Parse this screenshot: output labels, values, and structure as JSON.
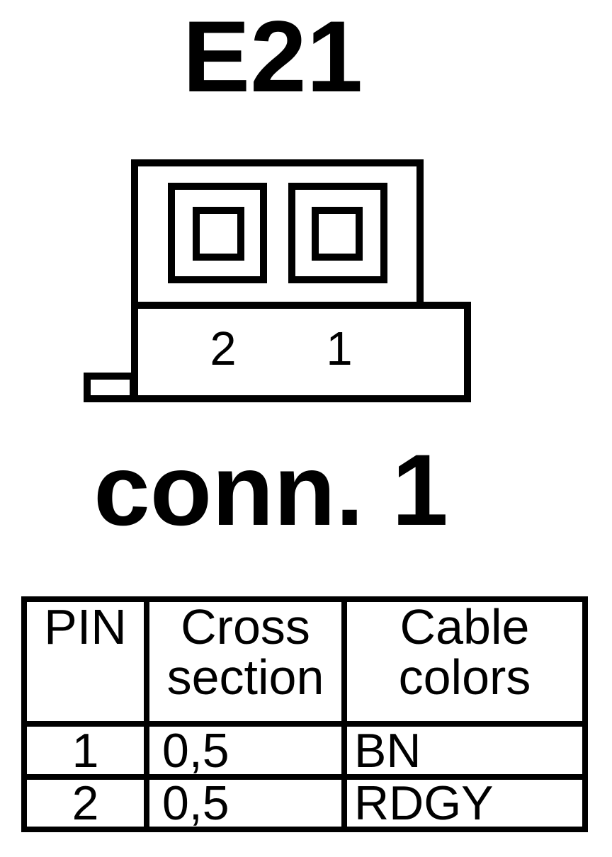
{
  "colors": {
    "ink": "#000000",
    "background": "#ffffff"
  },
  "titles": {
    "connector_id": "E21",
    "connector_name": "conn. 1"
  },
  "connector": {
    "pin_labels": [
      "2",
      "1"
    ]
  },
  "table": {
    "headers": [
      {
        "label": "PIN"
      },
      {
        "label": "Cross\nsection"
      },
      {
        "label": "Cable\ncolors"
      }
    ],
    "rows": [
      {
        "pin": "1",
        "cross_section": "0,5",
        "cable_colors": "BN"
      },
      {
        "pin": "2",
        "cross_section": "0,5",
        "cable_colors": "RDGY"
      }
    ]
  }
}
